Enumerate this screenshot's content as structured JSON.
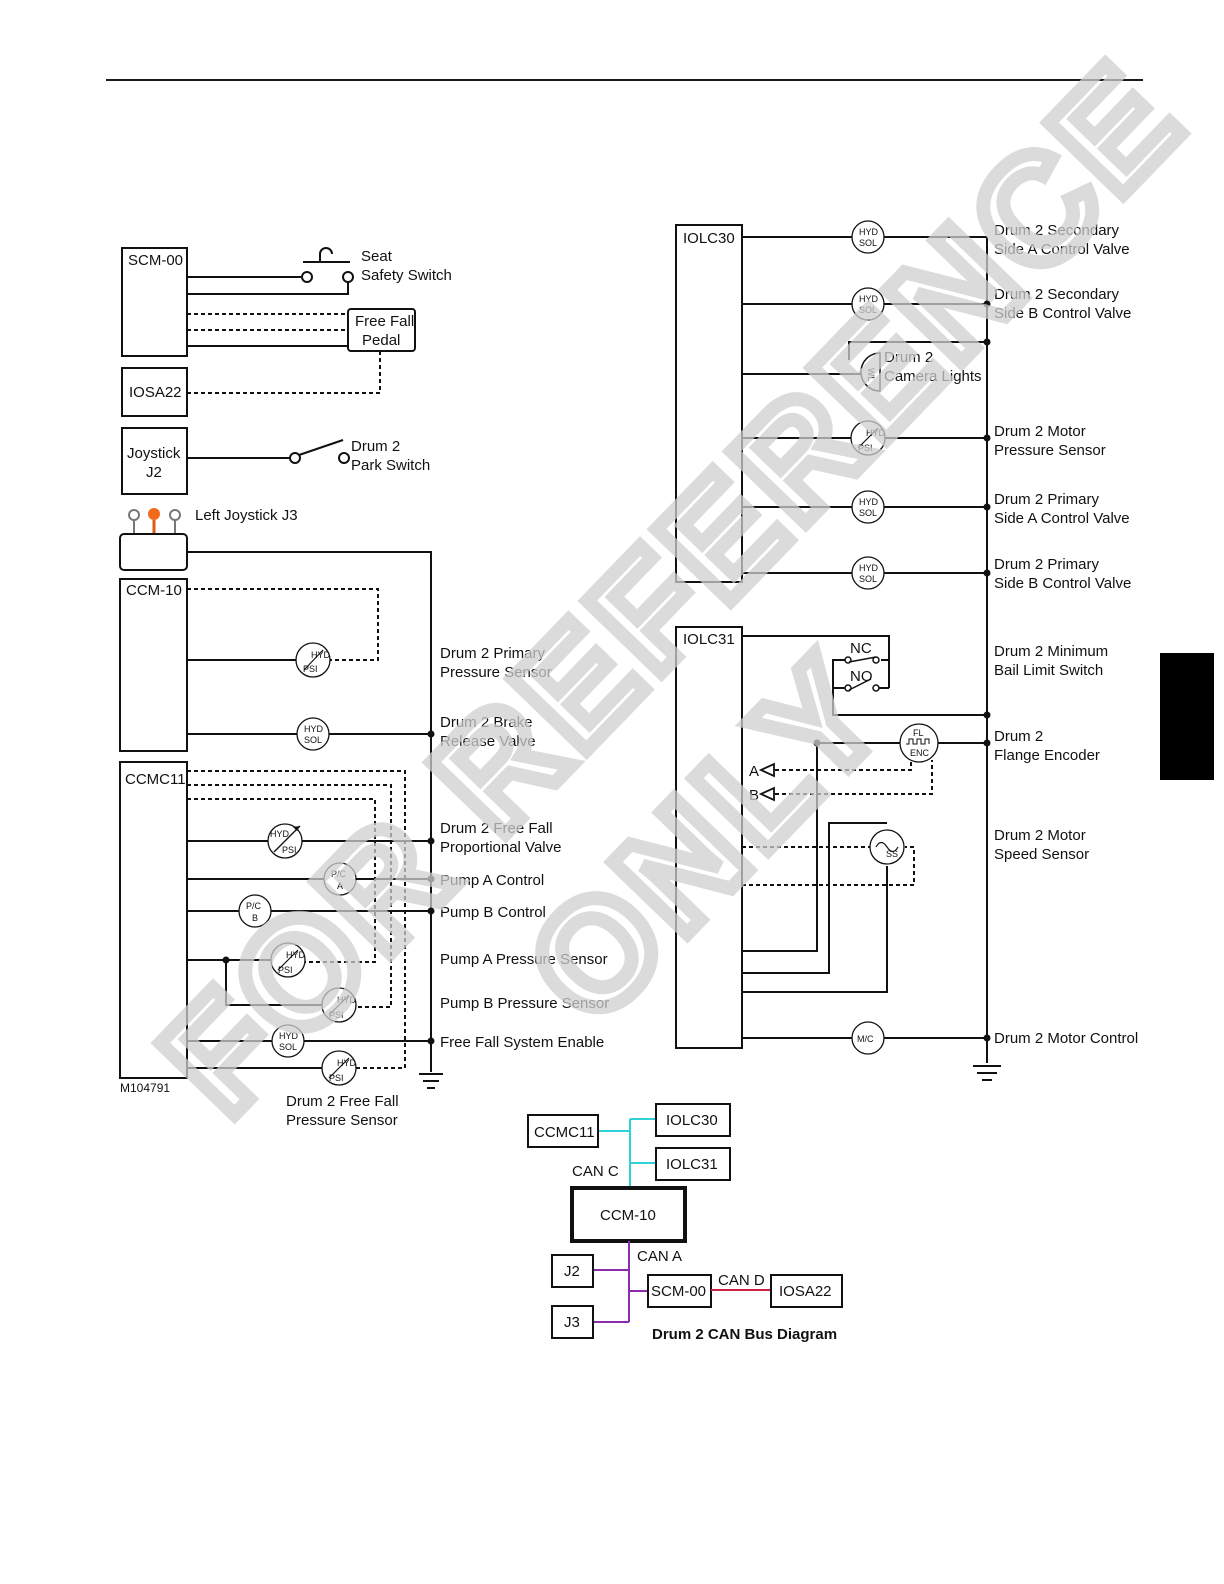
{
  "watermark": {
    "line1": "FOR REFERENCE",
    "line2": "ONLY"
  },
  "left_panel": {
    "scm00": "SCM-00",
    "seat_switch": [
      "Seat",
      "Safety Switch"
    ],
    "free_fall_pedal": [
      "Free Fall",
      "Pedal"
    ],
    "iosa22": "IOSA22",
    "joystick_j2": [
      "Joystick",
      "J2"
    ],
    "park_switch": [
      "Drum 2",
      "Park Switch"
    ],
    "left_joystick_j3": "Left Joystick J3",
    "ccm10": "CCM-10",
    "ccmc11": "CCMC11",
    "primary_pressure_sensor": [
      "Drum 2 Primary",
      "Pressure Sensor"
    ],
    "brake_release_valve": [
      "Drum 2 Brake",
      "Release Valve"
    ],
    "free_fall_prop_valve": [
      "Drum 2 Free Fall",
      "Proportional Valve"
    ],
    "pump_a_control": "Pump A Control",
    "pump_b_control": "Pump B Control",
    "pump_a_pressure": "Pump A Pressure Sensor",
    "pump_b_pressure": "Pump B Pressure Sensor",
    "free_fall_enable": "Free Fall System Enable",
    "free_fall_pressure": [
      "Drum 2 Free Fall",
      "Pressure Sensor"
    ],
    "figure_id": "M104791"
  },
  "right_panel": {
    "iolc30": "IOLC30",
    "iolc31": "IOLC31",
    "sec_a_valve": [
      "Drum 2 Secondary",
      "Side A Control Valve"
    ],
    "sec_b_valve": [
      "Drum 2 Secondary",
      "Side B Control Valve"
    ],
    "camera_lights": [
      "Drum 2",
      "Camera Lights"
    ],
    "motor_pressure": [
      "Drum 2 Motor",
      "Pressure Sensor"
    ],
    "pri_a_valve": [
      "Drum 2 Primary",
      "Side A Control Valve"
    ],
    "pri_b_valve": [
      "Drum 2 Primary",
      "Side B Control Valve"
    ],
    "min_bail": [
      "Drum 2 Minimum",
      "Bail Limit Switch"
    ],
    "flange_encoder": [
      "Drum 2",
      "Flange Encoder"
    ],
    "motor_speed": [
      "Drum 2 Motor",
      "Speed Sensor"
    ],
    "motor_control": "Drum 2 Motor Control",
    "nc": "NC",
    "no": "NO",
    "a": "A",
    "b": "B"
  },
  "symbols": {
    "hyd": "HYD",
    "sol": "SOL",
    "psi": "PSI",
    "pc": "P/C",
    "a": "A",
    "b": "B",
    "fl": "FL",
    "enc": "ENC",
    "ss": "SS",
    "mc": "M/C",
    "wl": "WL"
  },
  "can_bus": {
    "title": "Drum 2 CAN Bus Diagram",
    "nodes": {
      "ccmc11": "CCMC11",
      "iolc30": "IOLC30",
      "iolc31": "IOLC31",
      "ccm10": "CCM-10",
      "j2": "J2",
      "j3": "J3",
      "scm00": "SCM-00",
      "iosa22": "IOSA22"
    },
    "buses": {
      "can_a": "CAN A",
      "can_c": "CAN C",
      "can_d": "CAN D"
    },
    "colors": {
      "can_c": "#2fd0d8",
      "can_a": "#8a2bb0",
      "can_d": "#d02040"
    }
  }
}
